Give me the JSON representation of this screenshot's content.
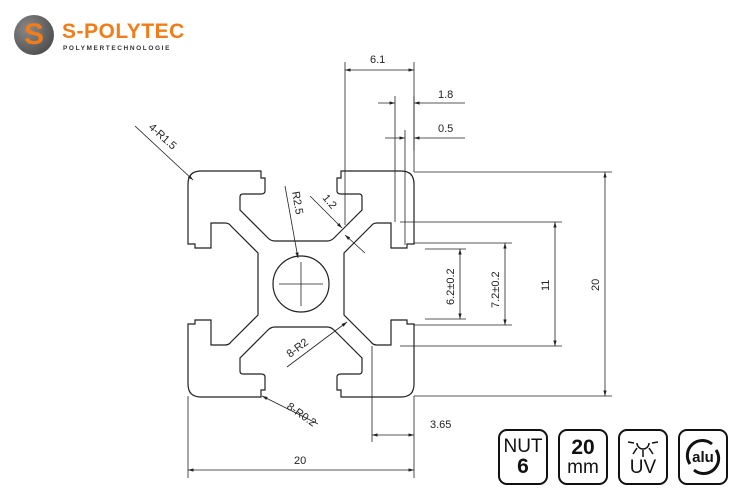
{
  "logo": {
    "brand": "S-POLYTEC",
    "tagline": "POLYMERTECHNOLOGIE",
    "mark": "S"
  },
  "colors": {
    "brand": "#f07d1a",
    "line": "#222222"
  },
  "dimensions": {
    "top_width": "6.1",
    "slot_lip": "1.8",
    "lip_step": "0.5",
    "corner_radius": "4-R1.5",
    "center_radius": "R2.5",
    "web_thickness": "1.2",
    "inner_radius": "8-R2",
    "notch_radius": "8-R0.2",
    "slot_inner": "6.2±0.2",
    "slot_opening": "7.2±0.2",
    "slot_depth": "11",
    "height": "20",
    "width": "20",
    "offset": "3.65"
  },
  "badges": [
    {
      "icon": "nut-icon",
      "line1": "NUT",
      "line2": "6"
    },
    {
      "icon": "size-icon",
      "line1": "20",
      "line2": "mm"
    },
    {
      "icon": "uv-icon",
      "line1": "UV"
    },
    {
      "icon": "alu-recycle-icon",
      "line1": "alu"
    }
  ]
}
